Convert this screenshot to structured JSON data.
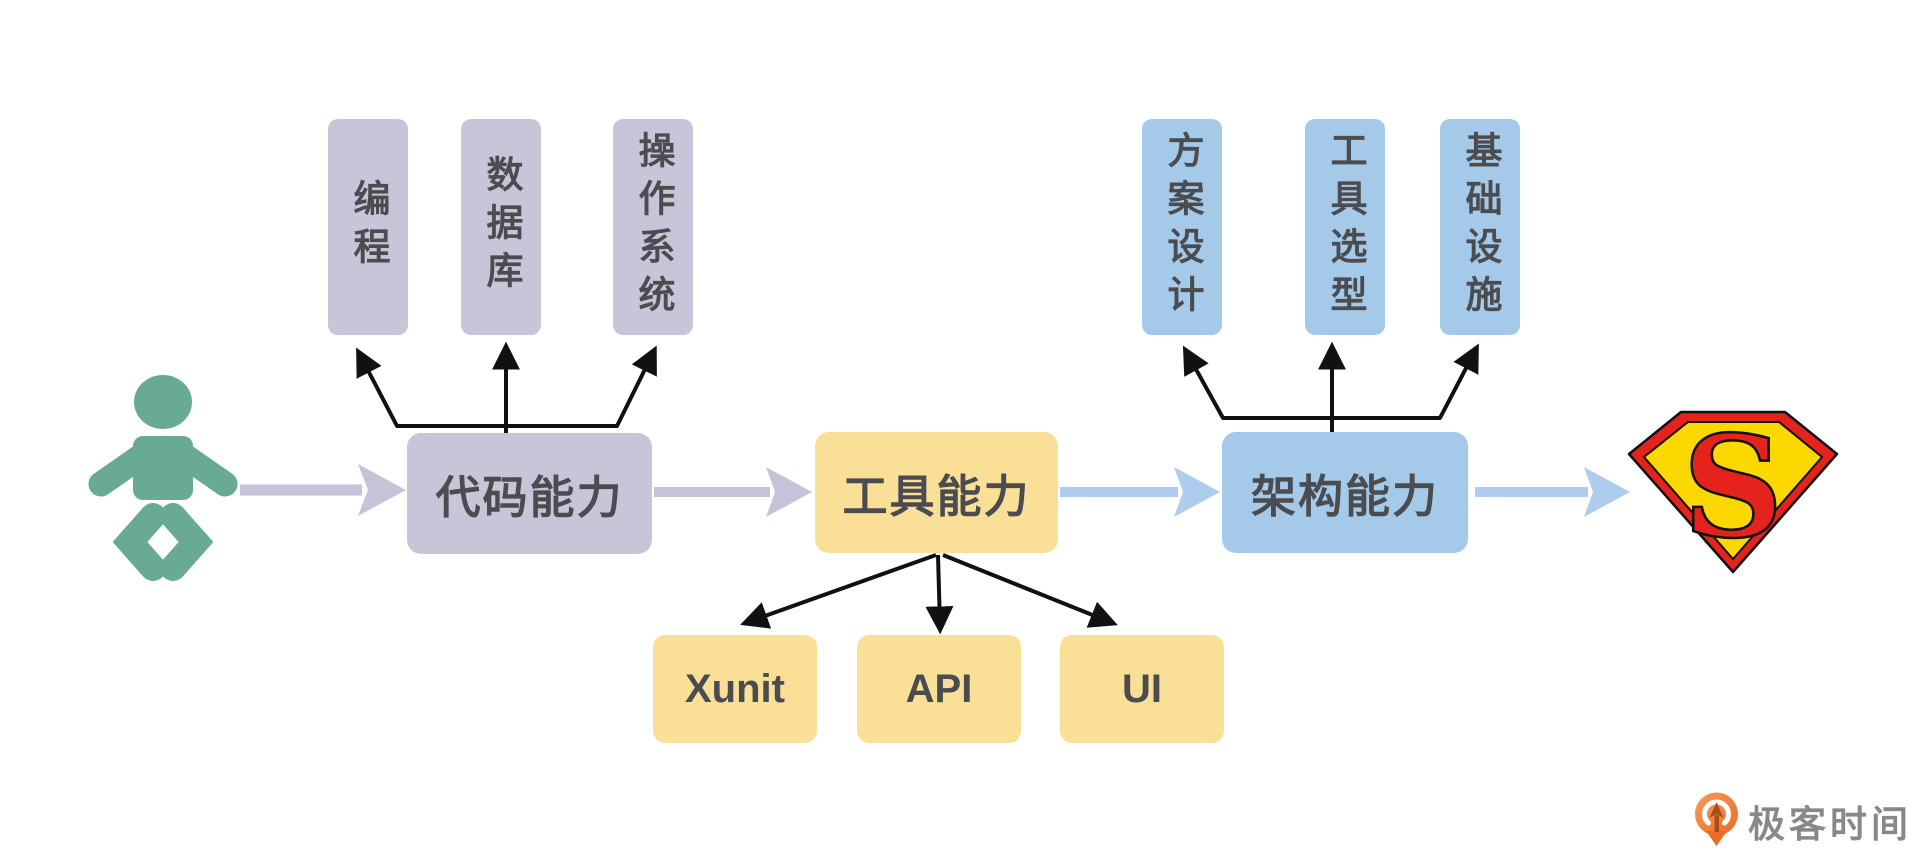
{
  "diagram": {
    "title_hidden": "",
    "start_icon": "baby",
    "end_icon": "superman-shield",
    "superman_s": "S",
    "stages": [
      {
        "label": "代码能力",
        "fill": "#c9c5d8",
        "sub_position": "above",
        "sub_labels": [
          "编程",
          "数据库",
          "操作系统"
        ]
      },
      {
        "label": "工具能力",
        "fill": "#f9e096",
        "sub_position": "below",
        "sub_labels": [
          "Xunit",
          "API",
          "UI"
        ]
      },
      {
        "label": "架构能力",
        "fill": "#a5c9e9",
        "sub_position": "above",
        "sub_labels": [
          "方案设计",
          "工具选型",
          "基础设施"
        ]
      }
    ]
  },
  "colors": {
    "stage_text": "#4b4c50",
    "baby": "#68aa92",
    "arrow_lavender": "#c6c2d8",
    "arrow_blue": "#aecdee",
    "black_arrow": "#111111",
    "superman_red": "#e3231c",
    "superman_yellow": "#fdd800",
    "brand_orange": "#ee7430",
    "brand_text": "#88888b"
  },
  "footer": {
    "brand": "极客时间",
    "icon": "geektime-pin-logo"
  }
}
